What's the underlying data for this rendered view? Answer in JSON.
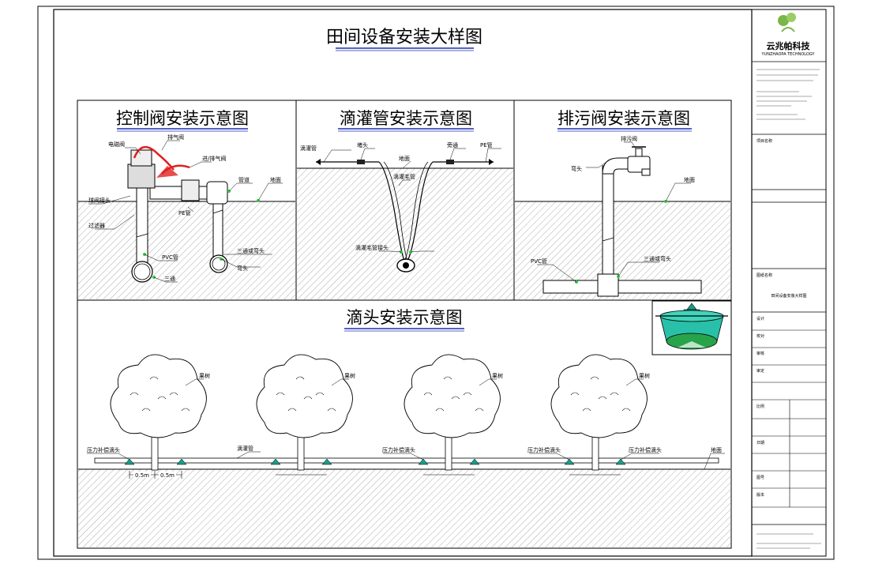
{
  "sheet": {
    "main_title": "田间设备安装大样图"
  },
  "panels": {
    "control_valve": {
      "title": "控制阀安装示意图",
      "labels": [
        "电磁阀",
        "排气阀",
        "进/排气阀",
        "管道",
        "地面",
        "球阀接头",
        "过滤器",
        "PE管",
        "三通",
        "PVC管",
        "弯头",
        "三通或弯头"
      ]
    },
    "drip_pipe": {
      "title": "滴灌管安装示意图",
      "labels": [
        "滴灌管",
        "堵头",
        "地面",
        "滴灌毛管",
        "旁通",
        "PE管",
        "滴灌毛管接头"
      ]
    },
    "drain_valve": {
      "title": "排污阀安装示意图",
      "labels": [
        "排污阀",
        "弯头",
        "地面",
        "PVC管",
        "三通或弯头"
      ]
    },
    "dripper": {
      "title": "滴头安装示意图",
      "labels": [
        "果树",
        "果树",
        "果树",
        "果树",
        "压力补偿滴头",
        "滴灌管",
        "压力补偿滴头",
        "压力补偿滴头",
        "压力补偿滴头",
        "地面"
      ],
      "dims": [
        "0.5m",
        "0.5m"
      ]
    }
  },
  "title_block": {
    "company_cn": "云兆帕科技",
    "company_en": "YUNZHAOPA TECHNOLOGY",
    "fields": [
      "项目名称",
      "图纸名称",
      "设计",
      "校对",
      "审核",
      "审定",
      "比例",
      "日期",
      "图号",
      "版本"
    ],
    "drawing_name": "田间设备安装大样图"
  },
  "colors": {
    "line": "#000000",
    "title_underline": "#1a2fb0",
    "valve_red": "#e02020",
    "node_green": "#2ecc40",
    "dripper_teal": "#1a9b8a",
    "logo_green": "#7ab648"
  }
}
